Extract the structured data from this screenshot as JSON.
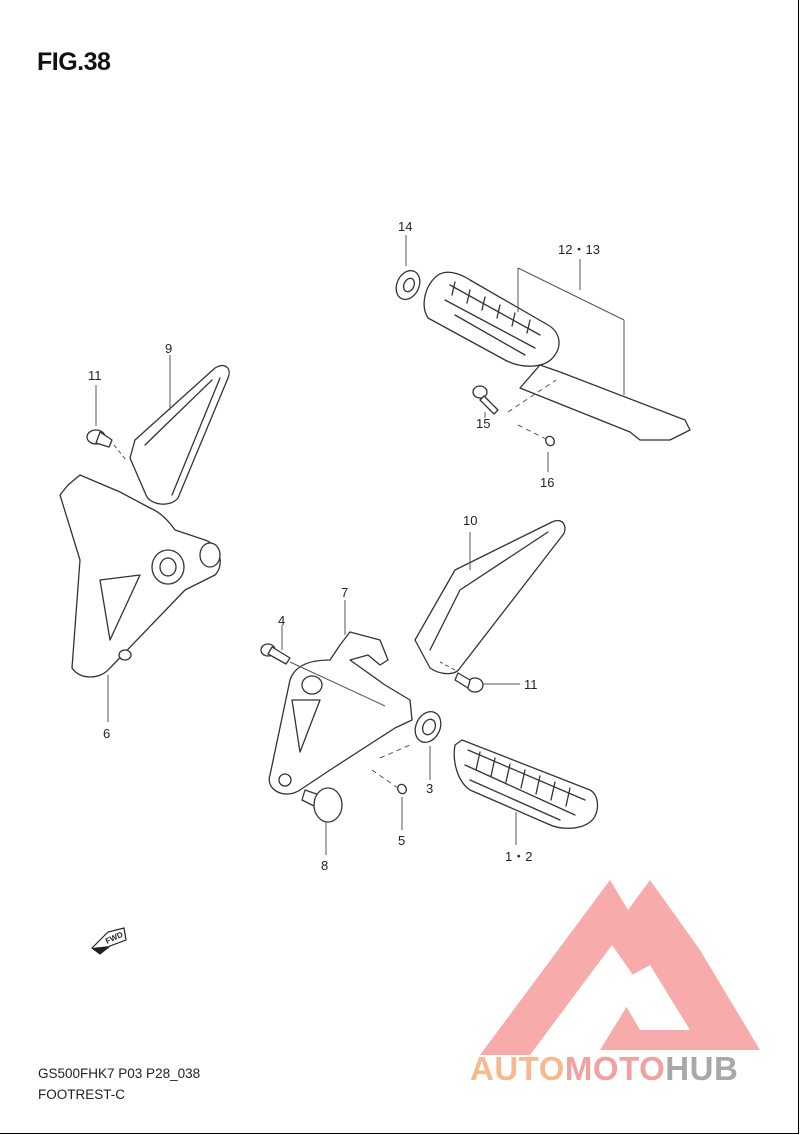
{
  "figure": {
    "title": "FIG.38",
    "model_code": "GS500FHK7 P03 P28_038",
    "section_name": "FOOTREST-C"
  },
  "callouts": {
    "c1": "14",
    "c2": "12・13",
    "c3": "9",
    "c4": "11",
    "c5": "15",
    "c6": "16",
    "c7": "10",
    "c8": "7",
    "c9": "4",
    "c10": "11",
    "c11": "6",
    "c12": "3",
    "c13": "5",
    "c14": "8",
    "c15": "1・2"
  },
  "fwd_label": "FWD",
  "watermark": {
    "part_a": "AUTO",
    "part_b": "MOTO",
    "part_c": "HUB",
    "color_a": "#f7b98f",
    "color_b": "#f3a0a0",
    "color_c": "#a8a8a8",
    "logo_color": "#f8a7a7"
  }
}
